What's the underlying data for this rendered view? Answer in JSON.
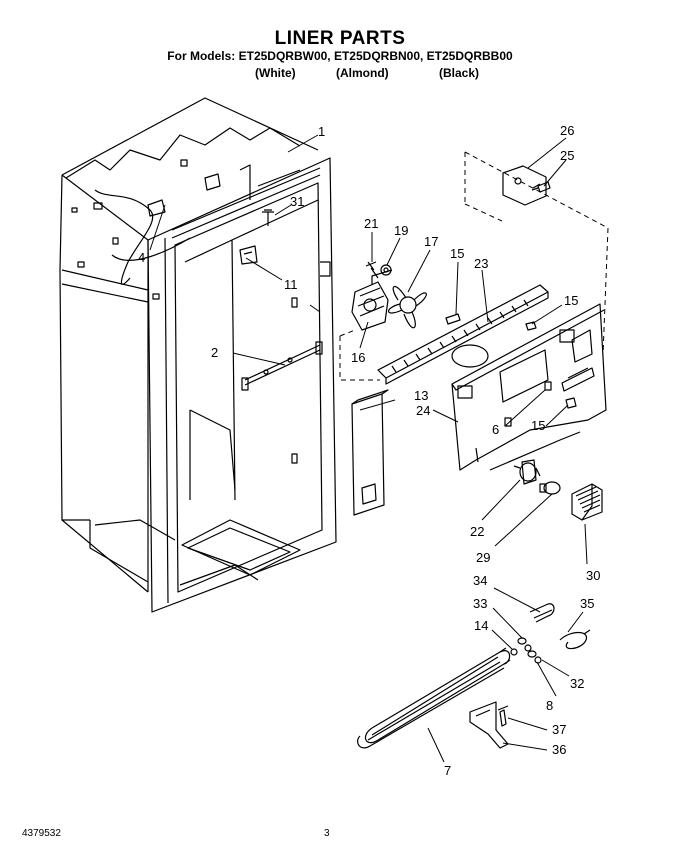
{
  "header": {
    "title": "LINER PARTS",
    "models_line": "For Models: ET25DQRBW00, ET25DQRBN00, ET25DQRBB00",
    "colors": [
      "(White)",
      "(Almond)",
      "(Black)"
    ]
  },
  "footer": {
    "doc_number": "4379532",
    "page_number": "3"
  },
  "callouts": {
    "p1": "1",
    "p2": "2",
    "p4": "4",
    "p6": "6",
    "p7": "7",
    "p8": "8",
    "p11": "11",
    "p13": "13",
    "p14": "14",
    "p15a": "15",
    "p15b": "15",
    "p15c": "15",
    "p16": "16",
    "p17": "17",
    "p19": "19",
    "p21": "21",
    "p22": "22",
    "p23": "23",
    "p24": "24",
    "p25": "25",
    "p26": "26",
    "p29": "29",
    "p30": "30",
    "p31": "31",
    "p32": "32",
    "p33": "33",
    "p34": "34",
    "p35": "35",
    "p36": "36",
    "p37": "37"
  }
}
